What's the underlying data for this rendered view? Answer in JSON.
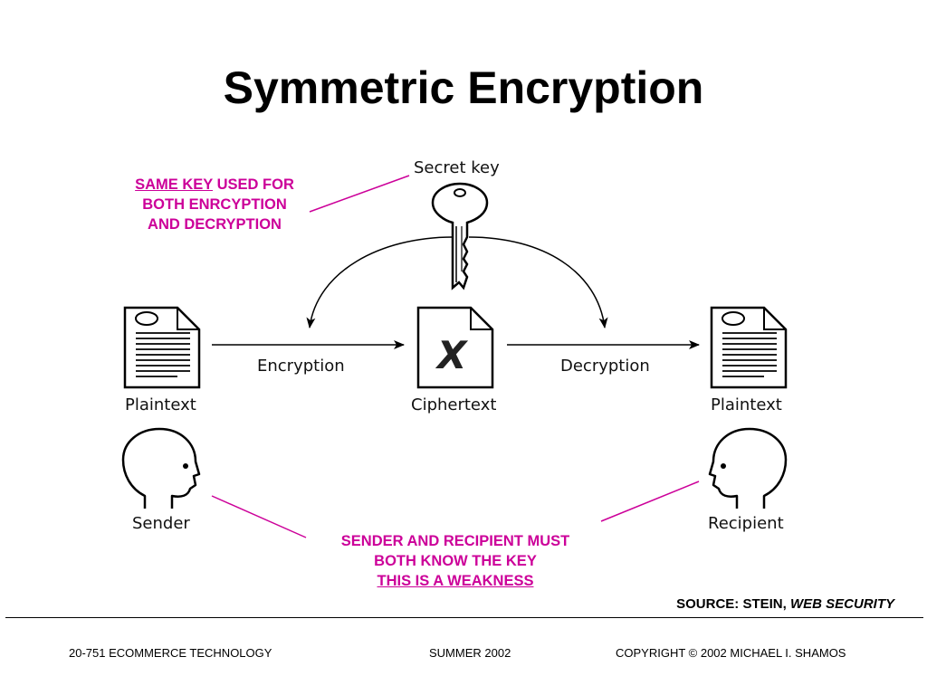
{
  "title": "Symmetric Encryption",
  "callouts": {
    "key_note": {
      "line1_underlined": "SAME KEY",
      "line1_rest": " USED FOR",
      "line2": "BOTH ENRCYPTION",
      "line3": "AND DECRYPTION"
    },
    "weakness_note": {
      "line1": "SENDER AND RECIPIENT MUST",
      "line2": "BOTH KNOW THE KEY",
      "line3_underlined": "THIS IS A WEAKNESS"
    }
  },
  "diagram": {
    "secret_key": "Secret key",
    "encryption": "Encryption",
    "decryption": "Decryption",
    "plaintext_left": "Plaintext",
    "ciphertext": "Ciphertext",
    "ciphertext_mark": "X",
    "plaintext_right": "Plaintext",
    "sender": "Sender",
    "recipient": "Recipient"
  },
  "source": {
    "prefix": "SOURCE: STEIN, ",
    "work": "WEB SECURITY"
  },
  "footer": {
    "course": "20-751 ECOMMERCE TECHNOLOGY",
    "term": "SUMMER 2002",
    "copyright": "COPYRIGHT © 2002 MICHAEL I. SHAMOS"
  },
  "colors": {
    "accent": "#cc0099"
  }
}
